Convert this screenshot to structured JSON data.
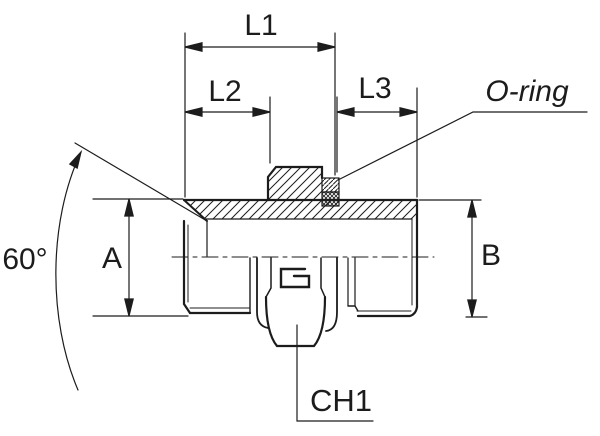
{
  "drawing": {
    "background": "#ffffff",
    "line_color": "#1c1c1c",
    "labels": {
      "l1": "L1",
      "l2": "L2",
      "l3": "L3",
      "o_ring": "O-ring",
      "angle": "60°",
      "diameter_a": "A",
      "diameter_b": "B",
      "hex": "CH1"
    }
  }
}
